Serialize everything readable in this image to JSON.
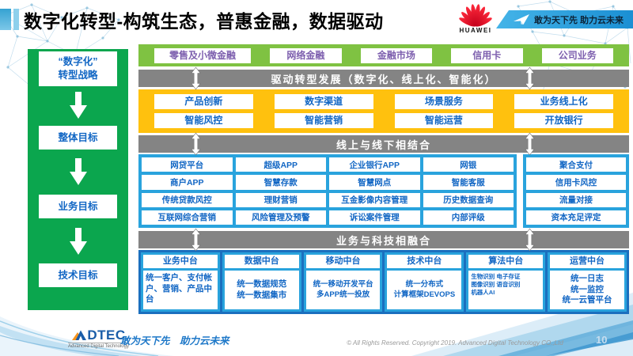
{
  "header": {
    "title": "数字化转型-构筑生态，普惠金融，数据驱动",
    "huawei_label": "HUAWEI",
    "slogan": "敢为天下先 助力云未来"
  },
  "sidebar": {
    "strategy": "“数字化”\n转型战略",
    "goals": [
      "整体目标",
      "业务目标",
      "技术目标"
    ]
  },
  "business_lines": [
    "零售及小微金融",
    "网络金融",
    "金融市场",
    "信用卡",
    "公司业务"
  ],
  "banners": {
    "drive": "驱动转型发展（数字化、线上化、智能化）",
    "online_offline": "线上与线下相结合",
    "tech_fusion": "业务与科技相融合"
  },
  "transform": {
    "row1": [
      "产品创新",
      "数字渠道",
      "场景服务",
      "业务线上化"
    ],
    "row2": [
      "智能风控",
      "智能营销",
      "智能运营",
      "开放银行"
    ]
  },
  "channels": {
    "rows": [
      [
        "网贷平台",
        "超级APP",
        "企业银行APP",
        "网银"
      ],
      [
        "商户APP",
        "智慧存款",
        "智慧网点",
        "智能客服"
      ],
      [
        "传统贷款风控",
        "理财营销",
        "互金影像内容管理",
        "历史数据查询"
      ],
      [
        "互联网综合营销",
        "风险管理及预警",
        "诉讼案件管理",
        "内部评级"
      ]
    ],
    "side": [
      "聚合支付",
      "信用卡风控",
      "流量对接",
      "资本充足评定"
    ]
  },
  "platforms": [
    {
      "name": "业务中台",
      "detail": "统一客户、支付帐户、营销、产品中台"
    },
    {
      "name": "数据中台",
      "detail": "统一数据规范\n统一数据集市"
    },
    {
      "name": "移动中台",
      "detail": "统一移动开发平台\n多APP统一投放"
    },
    {
      "name": "技术中台",
      "detail": "统一分布式\n计算框架DEVOPS"
    },
    {
      "name": "算法中台",
      "detail": "生物识别 电子存证\n图像识别 语音识别\n机器人AI"
    },
    {
      "name": "运营中台",
      "detail": "统一日志\n统一监控\n统一云管平台"
    }
  ],
  "footer": {
    "logo": "DTEC",
    "logo_sub": "Advanced Digital Technology",
    "slogan": "敢为天下先　助力云未来",
    "copyright": "© All Rights Reserved. Copyright 2019. Advanced Digital Technology CO.,Ltd",
    "page": "10"
  },
  "colors": {
    "sidebar_green": "#0ba64e",
    "band_green": "#7fc242",
    "yellow": "#ffc10e",
    "gray_banner": "#848484",
    "cyan_blue": "#29a3dd",
    "dark_blue": "#1b6fbe",
    "text_blue": "#1166c4",
    "text_purple": "#7d5fae",
    "huawei_red": "#e60012"
  }
}
